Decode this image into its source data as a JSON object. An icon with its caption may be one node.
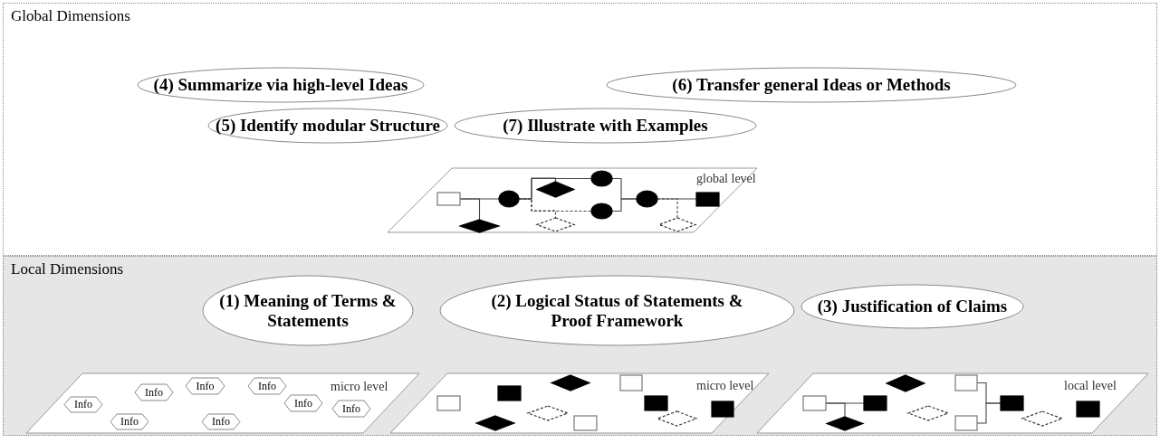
{
  "diagram": {
    "nodes": [
      {
        "text": [
          "Global Dimensions"
        ]
      },
      {
        "text": [
          "(4) Summarize via high-level Ideas"
        ],
        "in": 0
      },
      {
        "text": [
          "(6) Transfer general Ideas or Methods"
        ],
        "in": 0
      },
      {
        "text": [
          "(5) Identify modular Structure"
        ],
        "in": 0
      },
      {
        "text": [
          "(7) Illustrate with Examples"
        ],
        "in": 0
      },
      {
        "text": [
          "global level"
        ],
        "in": 0
      },
      {
        "text": [],
        "shape": "box",
        "in": 5
      },
      {
        "text": [],
        "shape": "circle",
        "in": 5
      },
      {
        "text": [],
        "shape": "diamond",
        "in": 5
      },
      {
        "text": [],
        "shape": "diamond",
        "in": 5
      },
      {
        "text": [],
        "shape": "circle",
        "in": 5
      },
      {
        "text": [],
        "shape": "circle",
        "in": 5
      },
      {
        "text": [],
        "shape": "diamond",
        "in": 5
      },
      {
        "text": [],
        "shape": "circle",
        "in": 5
      },
      {
        "text": [],
        "shape": "diamond",
        "in": 5
      },
      {
        "text": [],
        "shape": "box",
        "in": 5
      },
      {
        "text": [
          "Local Dimensions"
        ]
      },
      {
        "text": [
          "(1) Meaning of Terms & Statements"
        ],
        "in": 16
      },
      {
        "text": [
          "(2) Logical Status of Statements & Proof Framework"
        ],
        "in": 16
      },
      {
        "text": [
          "(3) Justification of Claims"
        ],
        "in": 16
      },
      {
        "text": [
          "micro level"
        ],
        "in": 16
      },
      {
        "text": [
          "Info"
        ],
        "in": 20
      },
      {
        "text": [
          "Info"
        ],
        "in": 20
      },
      {
        "text": [
          "Info"
        ],
        "in": 20
      },
      {
        "text": [
          "Info"
        ],
        "in": 20
      },
      {
        "text": [
          "Info"
        ],
        "in": 20
      },
      {
        "text": [
          "Info"
        ],
        "in": 20
      },
      {
        "text": [
          "Info"
        ],
        "in": 20
      },
      {
        "text": [
          "Info"
        ],
        "in": 20
      },
      {
        "text": [
          "micro level"
        ],
        "in": 16
      },
      {
        "text": [],
        "shape": "box",
        "in": 29
      },
      {
        "text": [],
        "shape": "diamond",
        "in": 29
      },
      {
        "text": [],
        "shape": "box",
        "in": 29
      },
      {
        "text": [],
        "shape": "diamond",
        "in": 29
      },
      {
        "text": [],
        "shape": "diamond",
        "in": 29
      },
      {
        "text": [],
        "shape": "box",
        "in": 29
      },
      {
        "text": [],
        "shape": "box",
        "in": 29
      },
      {
        "text": [],
        "shape": "box",
        "in": 29
      },
      {
        "text": [],
        "shape": "diamond",
        "in": 29
      },
      {
        "text": [],
        "shape": "box",
        "in": 29
      },
      {
        "text": [
          "local level"
        ],
        "in": 16
      },
      {
        "text": [],
        "shape": "box",
        "in": 40
      },
      {
        "text": [],
        "shape": "diamond",
        "in": 40
      },
      {
        "text": [],
        "shape": "box",
        "in": 40
      },
      {
        "text": [],
        "shape": "diamond",
        "in": 40
      },
      {
        "text": [],
        "shape": "diamond",
        "in": 40
      },
      {
        "text": [],
        "shape": "box",
        "in": 40
      },
      {
        "text": [],
        "shape": "box",
        "in": 40
      },
      {
        "text": [],
        "shape": "box",
        "in": 40
      },
      {
        "text": [],
        "shape": "diamond",
        "in": 40
      },
      {
        "text": [],
        "shape": "box",
        "in": 40
      }
    ],
    "edges": [
      {
        "from": 6,
        "to": 7,
        "arrow": "none"
      },
      {
        "from": 6,
        "to": 8,
        "arrow": "none"
      },
      {
        "from": 7,
        "to": 10,
        "arrow": "none"
      },
      {
        "from": 7,
        "to": 9,
        "arrow": "none"
      },
      {
        "from": 7,
        "to": 11,
        "arrow": "none",
        "style": "dashed"
      },
      {
        "from": 7,
        "to": 12,
        "arrow": "none",
        "style": "dashed"
      },
      {
        "from": 10,
        "to": 13,
        "arrow": "none"
      },
      {
        "from": 11,
        "to": 13,
        "arrow": "none"
      },
      {
        "from": 13,
        "to": 15,
        "arrow": "none"
      },
      {
        "from": 13,
        "to": 14,
        "arrow": "none",
        "style": "dashed"
      },
      {
        "from": 41,
        "to": 43,
        "arrow": "none"
      },
      {
        "from": 41,
        "to": 42,
        "arrow": "none"
      },
      {
        "from": 46,
        "to": 48,
        "arrow": "none"
      },
      {
        "from": 47,
        "to": 48,
        "arrow": "none"
      }
    ]
  }
}
